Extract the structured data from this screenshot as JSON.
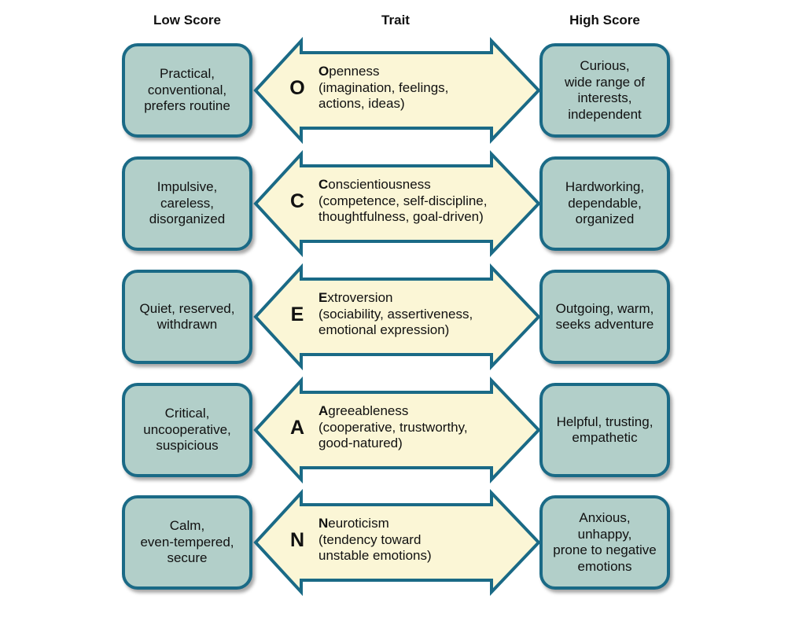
{
  "headers": {
    "low": "Low Score",
    "trait": "Trait",
    "high": "High Score"
  },
  "colors": {
    "box_fill": "#b2cfc9",
    "box_border": "#1a6a86",
    "arrow_fill": "#fbf6d6",
    "arrow_border": "#1a6a86"
  },
  "rows": [
    {
      "letter": "O",
      "trait_initial": "O",
      "trait_rest": "penness",
      "trait_desc": [
        "(imagination, feelings,",
        "actions, ideas)"
      ],
      "low": [
        "Practical,",
        "conventional,",
        "prefers routine"
      ],
      "high": [
        "Curious,",
        "wide range of",
        "interests,",
        "independent"
      ]
    },
    {
      "letter": "C",
      "trait_initial": "C",
      "trait_rest": "onscientiousness",
      "trait_desc": [
        "(competence, self-discipline,",
        "thoughtfulness, goal-driven)"
      ],
      "low": [
        "Impulsive,",
        "careless,",
        "disorganized"
      ],
      "high": [
        "Hardworking,",
        "dependable,",
        "organized"
      ]
    },
    {
      "letter": "E",
      "trait_initial": "E",
      "trait_rest": "xtroversion",
      "trait_desc": [
        "(sociability, assertiveness,",
        "emotional expression)"
      ],
      "low": [
        "Quiet, reserved,",
        "withdrawn"
      ],
      "high": [
        "Outgoing, warm,",
        "seeks adventure"
      ]
    },
    {
      "letter": "A",
      "trait_initial": "A",
      "trait_rest": "greeableness",
      "trait_desc": [
        "(cooperative, trustworthy,",
        "good-natured)"
      ],
      "low": [
        "Critical,",
        "uncooperative,",
        "suspicious"
      ],
      "high": [
        "Helpful, trusting,",
        "empathetic"
      ]
    },
    {
      "letter": "N",
      "trait_initial": "N",
      "trait_rest": "euroticism",
      "trait_desc": [
        "(tendency toward",
        "unstable emotions)"
      ],
      "low": [
        "Calm,",
        "even-tempered,",
        "secure"
      ],
      "high": [
        "Anxious,",
        "unhappy,",
        "prone to negative",
        "emotions"
      ]
    }
  ]
}
